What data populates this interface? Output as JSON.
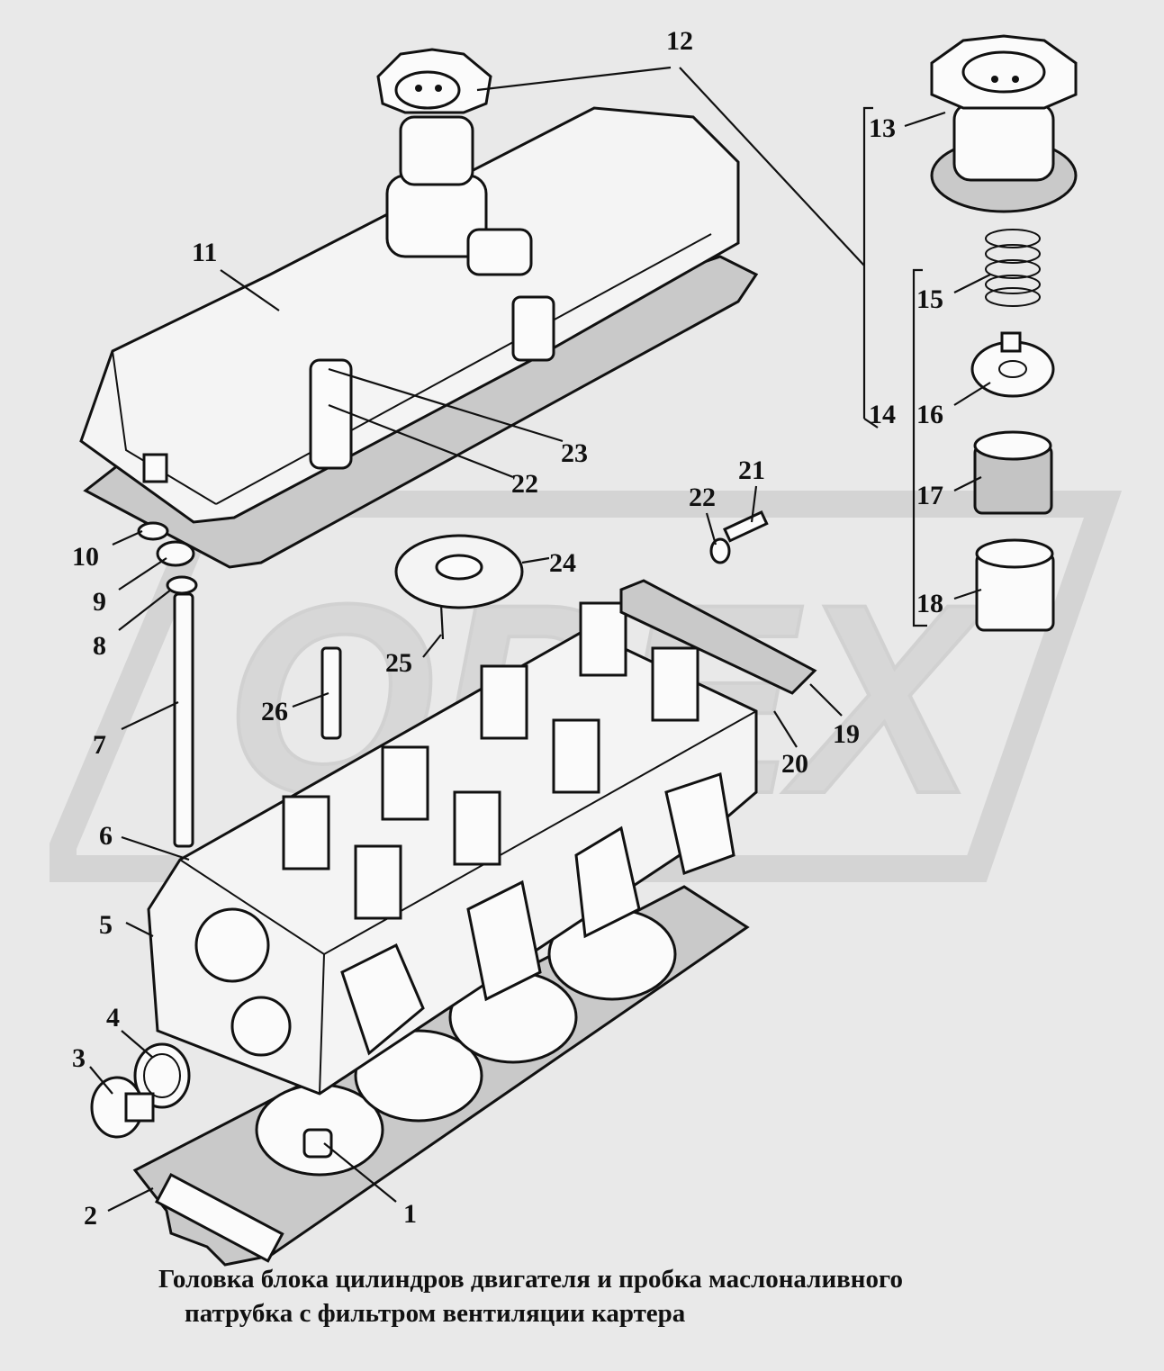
{
  "caption": {
    "line1": "Головка блока  цилиндров двигателя и пробка маслоналивного",
    "line2": "патрубка  с фильтром вентиляции картера"
  },
  "watermark": {
    "text": "OPEX"
  },
  "callouts": {
    "c1": "1",
    "c2": "2",
    "c3": "3",
    "c4": "4",
    "c5": "5",
    "c6": "6",
    "c7": "7",
    "c8": "8",
    "c9": "9",
    "c10": "10",
    "c11": "11",
    "c12": "12",
    "c13": "13",
    "c14": "14",
    "c15": "15",
    "c16": "16",
    "c17": "17",
    "c18": "18",
    "c19": "19",
    "c20": "20",
    "c21": "21",
    "c22a": "22",
    "c22b": "22",
    "c23": "23",
    "c24": "24",
    "c25": "25",
    "c26": "26"
  },
  "colors": {
    "background": "#e9e9e9",
    "ink": "#111111",
    "watermark": "#d2d2d2"
  }
}
